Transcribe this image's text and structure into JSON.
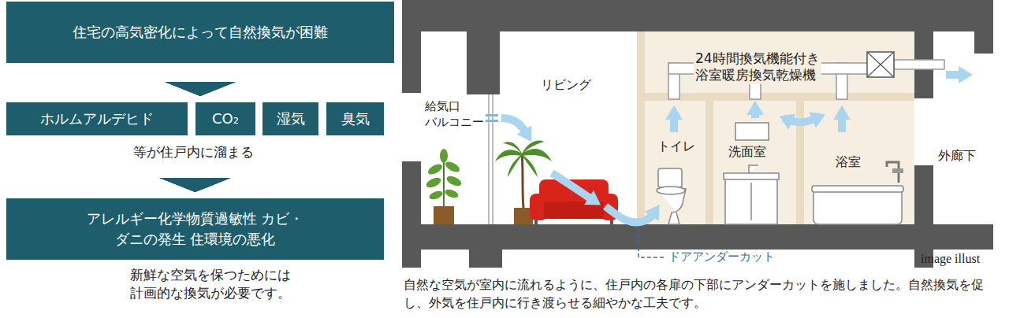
{
  "diagram": {
    "caption": "自然な空気が室内に流れるように、住戸内の各扉の下部にアンダーカットを施しました。自然換気を促し、外気を住戸内に行き渡らせる細やかな工夫です。",
    "nodes": [
      {
        "text": [
          "住宅の高気密化によって自然換気が困難"
        ]
      },
      {
        "text": [
          "ホルムアルデヒド"
        ]
      },
      {
        "text": [
          "CO₂"
        ]
      },
      {
        "text": [
          "湿気"
        ]
      },
      {
        "text": [
          "臭気"
        ]
      },
      {
        "text": [
          "アレルギー化学物質過敏性 カビ・ダニの発生 住環境の悪化"
        ]
      }
    ],
    "edges": [
      {
        "from": 0,
        "to": 1,
        "arrow": "to"
      },
      {
        "from": 0,
        "to": 2,
        "arrow": "to"
      },
      {
        "from": 0,
        "to": 3,
        "arrow": "to"
      },
      {
        "from": 0,
        "to": 4,
        "arrow": "to"
      },
      {
        "from": 1,
        "to": 5,
        "arrow": "to"
      },
      {
        "from": 2,
        "to": 5,
        "arrow": "to"
      },
      {
        "from": 3,
        "to": 5,
        "arrow": "to"
      },
      {
        "from": 4,
        "to": 5,
        "arrow": "to"
      }
    ],
    "labels": [
      "等が住戸内に溜まる",
      "新鮮な空気を保つためには 計画的な換気が必要です。",
      "給気口 バルコニー",
      "リビング",
      "24時間換気機能付き 浴室暖房換気乾燥機",
      "トイレ",
      "洗面室",
      "浴室",
      "外廊下",
      "ドアアンダーカット",
      "image illust"
    ]
  }
}
